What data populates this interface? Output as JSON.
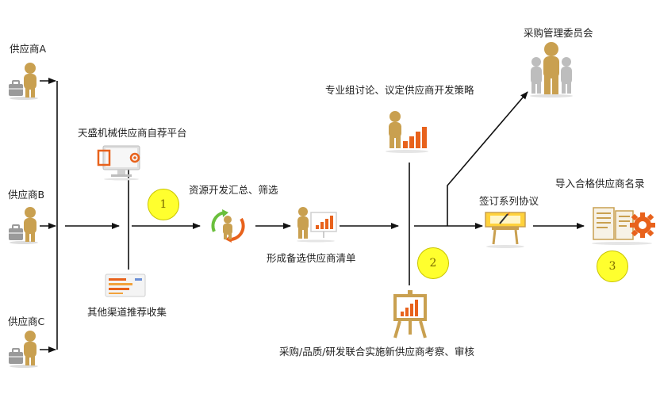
{
  "suppliers": {
    "a": "供应商A",
    "b": "供应商B",
    "c": "供应商C"
  },
  "labels": {
    "platform": "天盛机械供应商自荐平台",
    "other_channels": "其他渠道推荐收集",
    "collect_filter": "资源开发汇总、筛选",
    "shortlist": "形成备选供应商清单",
    "strategy": "专业组讨论、议定供应商开发策略",
    "audit": "采购/品质/研发联合实施新供应商考察、审核",
    "committee": "采购管理委员会",
    "agreements": "签订系列协议",
    "qualified_list": "导入合格供应商名录"
  },
  "steps": [
    "1",
    "2",
    "3"
  ],
  "colors": {
    "person": "#c9a050",
    "accent_orange": "#e8621c",
    "accent_green": "#6abf3c",
    "step_yellow": "#ffff2e",
    "line": "#111111"
  }
}
